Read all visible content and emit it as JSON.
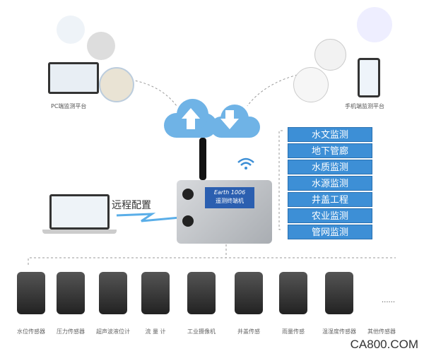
{
  "pc_platform": "PC端监测平台",
  "mobile_platform": "手机端监测平台",
  "remote_config": "远程配置",
  "device": {
    "model": "Earth 1006",
    "subtitle": "遥测终端机"
  },
  "categories": [
    "水文监测",
    "地下管廊",
    "水质监测",
    "水源监测",
    "井盖工程",
    "农业监测",
    "管网监测"
  ],
  "sensors": [
    "水位传感器",
    "压力传感器",
    "超声波液位计",
    "流 量 计",
    "工业摄像机",
    "井盖传感",
    "雨量传感",
    "温湿度传感器",
    "其他传感器"
  ],
  "more": "......",
  "watermark": "CA800.COM",
  "colors": {
    "accent": "#3d8fd6",
    "cloud": "#6fb3e6"
  }
}
